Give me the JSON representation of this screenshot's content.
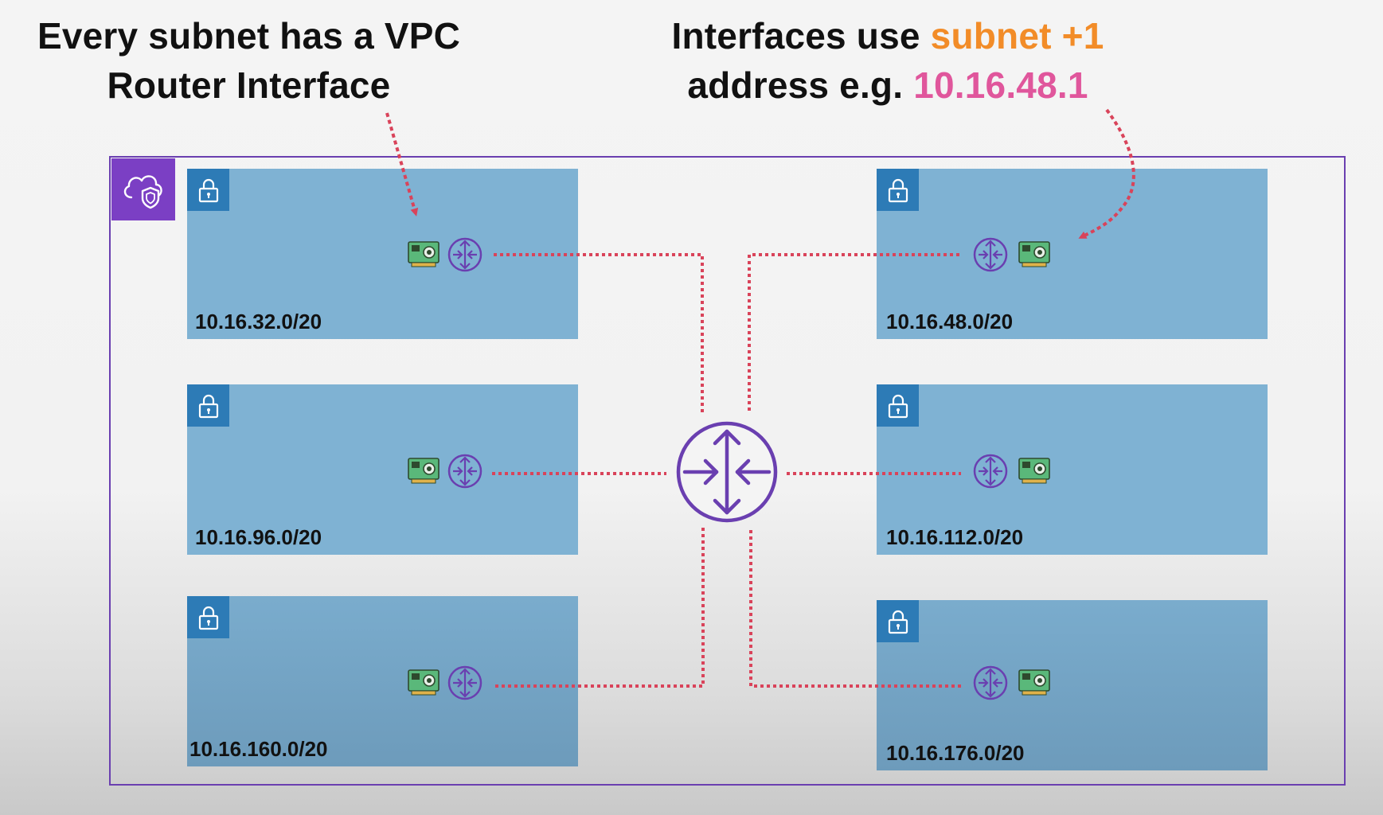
{
  "header": {
    "left_line1": "Every subnet has a VPC",
    "left_line2": "Router Interface",
    "right_line1_prefix": "Interfaces use ",
    "right_line1_highlight": "subnet +1",
    "right_line2_prefix": "address e.g. ",
    "right_line2_highlight": "10.16.48.1"
  },
  "subnets": [
    {
      "cidr": "10.16.32.0/20"
    },
    {
      "cidr": "10.16.48.0/20"
    },
    {
      "cidr": "10.16.96.0/20"
    },
    {
      "cidr": "10.16.112.0/20"
    },
    {
      "cidr": "10.16.160.0/20"
    },
    {
      "cidr": "10.16.176.0/20"
    }
  ],
  "colors": {
    "vpc_border": "#6a3fb0",
    "vpc_badge": "#7b3fc4",
    "subnet_fill": "#7fb2d3",
    "lock_badge": "#2d7bb6",
    "router": "#6a3fb0",
    "connector": "#d9435a",
    "highlight_orange": "#f28c28",
    "highlight_pink": "#e0569c"
  },
  "icons": {
    "vpc": "cloud-shield-icon",
    "subnet": "lock-icon",
    "interface": "network-card-icon",
    "router": "router-icon"
  }
}
